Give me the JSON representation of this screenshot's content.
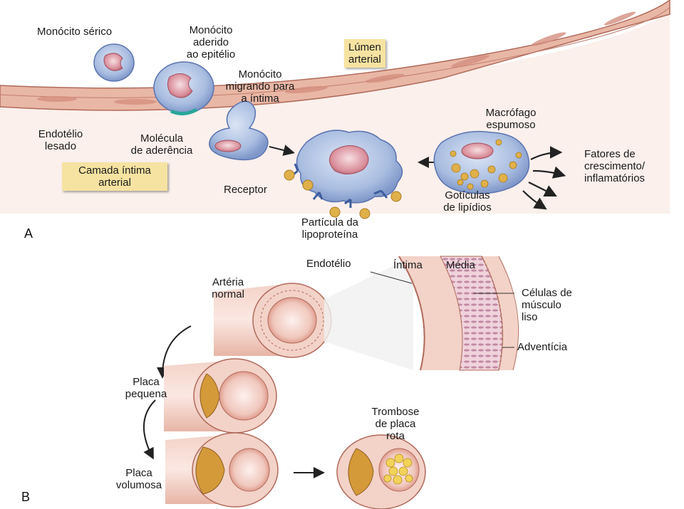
{
  "panel_a": {
    "letter": "A",
    "labels": {
      "serum_monocyte": "Monócito sérico",
      "adhered_monocyte": [
        "Monócito",
        "aderido",
        "ao epitélio"
      ],
      "lumen_box": [
        "Lúmen",
        "arterial"
      ],
      "migrating_monocyte": [
        "Monócito",
        "migrando para",
        "a íntima"
      ],
      "injured_endothelium": [
        "Endotélio",
        "lesado"
      ],
      "adhesion_molecule": [
        "Molécula",
        "de aderência"
      ],
      "intima_box": [
        "Camada íntima",
        "arterial"
      ],
      "foam_macrophage": [
        "Macrófago",
        "espumoso"
      ],
      "factors": [
        "Fatores de",
        "crescimento/",
        "inflamatórios"
      ],
      "receptor": "Receptor",
      "lipid_droplets": [
        "Gotículas",
        "de lipídios"
      ],
      "lipoprotein_particle": [
        "Partícula da",
        "lipoproteína"
      ]
    }
  },
  "panel_b": {
    "letter": "B",
    "labels": {
      "endothelium": "Endotélio",
      "intima": "Íntima",
      "media": "Média",
      "normal_artery": [
        "Artéria",
        "normal"
      ],
      "smooth_muscle": [
        "Células de",
        "músculo",
        "liso"
      ],
      "adventitia": "Adventícia",
      "small_plaque": [
        "Placa",
        "pequena"
      ],
      "thrombosis": [
        "Trombose",
        "de placa",
        "rota"
      ],
      "large_plaque": [
        "Placa",
        "volumosa"
      ]
    }
  },
  "colors": {
    "wall_pink": "#e9b7a6",
    "wall_line": "#b06a5a",
    "cell_blue": "#a9bde0",
    "cell_border": "#5a74b0",
    "nucleus": "#c97a86",
    "lipid": "#e0b04a",
    "label_box": "#f6e3a1",
    "plaque": "#d49a3a"
  }
}
